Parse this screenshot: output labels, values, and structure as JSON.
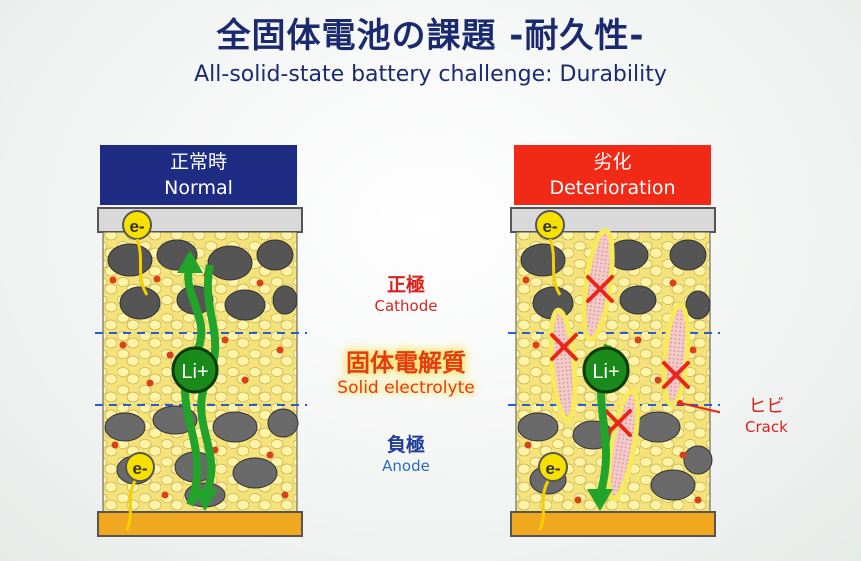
{
  "title": "全固体電池の課題 -耐久性-",
  "subtitle": "All-solid-state battery challenge: Durability",
  "panels": {
    "normal": {
      "jp": "正常時",
      "en": "Normal"
    },
    "deterioration": {
      "jp": "劣化",
      "en": "Deterioration"
    }
  },
  "layers": {
    "cathode": {
      "jp": "正極",
      "en": "Cathode"
    },
    "electrolyte": {
      "jp": "固体電解質",
      "en": "Solid electrolyte"
    },
    "anode": {
      "jp": "負極",
      "en": "Anode"
    }
  },
  "crack": {
    "jp": "ヒビ",
    "en": "Crack"
  },
  "symbols": {
    "electron": "e-",
    "ion": "Li+"
  },
  "colors": {
    "navy": "#1f2c84",
    "red": "#f02a16",
    "electrolyte": "#f4e27a",
    "particle": "#555555",
    "collector_top": "#d9d9d9",
    "collector_bottom": "#f0a820",
    "ion_green": "#22a32a"
  }
}
